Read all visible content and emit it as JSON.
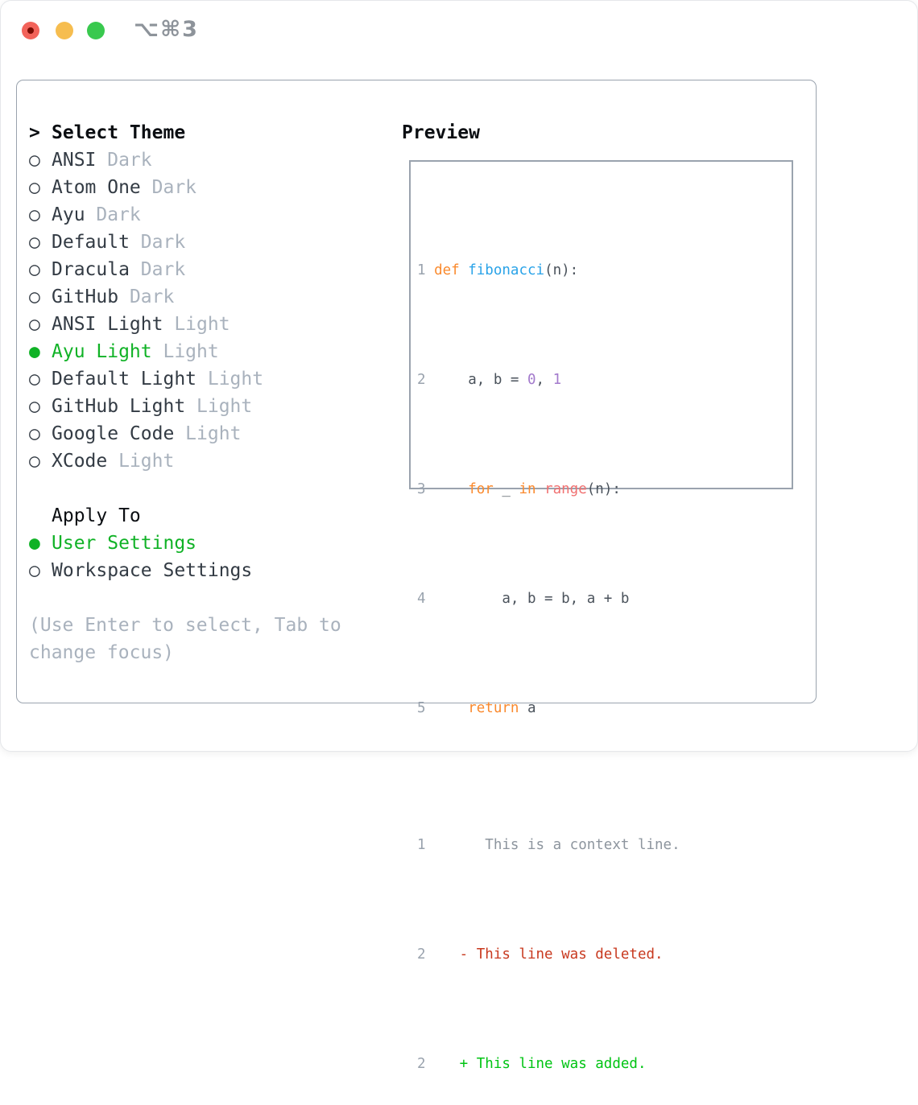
{
  "titlebar": {
    "title": "⌥⌘3"
  },
  "panel": {
    "theme_list": {
      "header": "Select Theme",
      "cursor_marker": ">",
      "unselected_marker": "○",
      "selected_marker": "●",
      "items": [
        {
          "name": "ANSI",
          "variant": "Dark",
          "selected": false
        },
        {
          "name": "Atom One",
          "variant": "Dark",
          "selected": false
        },
        {
          "name": "Ayu",
          "variant": "Dark",
          "selected": false
        },
        {
          "name": "Default",
          "variant": "Dark",
          "selected": false
        },
        {
          "name": "Dracula",
          "variant": "Dark",
          "selected": false
        },
        {
          "name": "GitHub",
          "variant": "Dark",
          "selected": false
        },
        {
          "name": "ANSI Light",
          "variant": "Light",
          "selected": false
        },
        {
          "name": "Ayu Light",
          "variant": "Light",
          "selected": true
        },
        {
          "name": "Default Light",
          "variant": "Light",
          "selected": false
        },
        {
          "name": "GitHub Light",
          "variant": "Light",
          "selected": false
        },
        {
          "name": "Google Code",
          "variant": "Light",
          "selected": false
        },
        {
          "name": "XCode",
          "variant": "Light",
          "selected": false
        }
      ]
    },
    "apply_to": {
      "header": "Apply To",
      "options": [
        {
          "name": "User Settings",
          "selected": true
        },
        {
          "name": "Workspace Settings",
          "selected": false
        }
      ]
    },
    "hint": "(Use Enter to select, Tab to change focus)",
    "preview": {
      "header": "Preview",
      "code_lines": [
        {
          "num": "1",
          "tokens": [
            {
              "t": "def ",
              "c": "kw"
            },
            {
              "t": "fibonacci",
              "c": "fn"
            },
            {
              "t": "(n):",
              "c": ""
            }
          ]
        },
        {
          "num": "2",
          "tokens": [
            {
              "t": "    a, b = ",
              "c": ""
            },
            {
              "t": "0",
              "c": "nu"
            },
            {
              "t": ", ",
              "c": ""
            },
            {
              "t": "1",
              "c": "nu"
            }
          ]
        },
        {
          "num": "3",
          "tokens": [
            {
              "t": "    ",
              "c": ""
            },
            {
              "t": "for",
              "c": "kw"
            },
            {
              "t": " _ ",
              "c": ""
            },
            {
              "t": "in",
              "c": "kw"
            },
            {
              "t": " ",
              "c": ""
            },
            {
              "t": "range",
              "c": "bi"
            },
            {
              "t": "(n):",
              "c": ""
            }
          ]
        },
        {
          "num": "4",
          "tokens": [
            {
              "t": "        a, b = b, a + b",
              "c": ""
            }
          ]
        },
        {
          "num": "5",
          "tokens": [
            {
              "t": "    ",
              "c": ""
            },
            {
              "t": "return",
              "c": "kw"
            },
            {
              "t": " a",
              "c": ""
            }
          ]
        }
      ],
      "diff_lines": [
        {
          "num": "1",
          "kind": "context",
          "text": "      This is a context line."
        },
        {
          "num": "2",
          "kind": "deleted",
          "text": "   - This line was deleted."
        },
        {
          "num": "2",
          "kind": "added",
          "text": "   + This line was added."
        }
      ]
    }
  },
  "colors": {
    "accent_green": "#10b226",
    "added_green": "#00c413",
    "deleted_red": "#c8391f",
    "keyword_orange": "#fa8a2e",
    "function_blue": "#2aa3e8",
    "builtin_coral": "#f07171",
    "number_purple": "#a37acc",
    "code_text": "#4a525b",
    "muted_gray": "#a9b2bd",
    "line_number_gray": "#9aa3ae",
    "context_gray": "#8d959e",
    "text_dark": "#333b44",
    "heading_black": "#0b0e12",
    "border_gray": "#9aa3ae",
    "titlebar_gray": "#8d939a",
    "light_red": "#f2635a",
    "light_yellow": "#f6bd4f",
    "light_green": "#39c94e"
  }
}
